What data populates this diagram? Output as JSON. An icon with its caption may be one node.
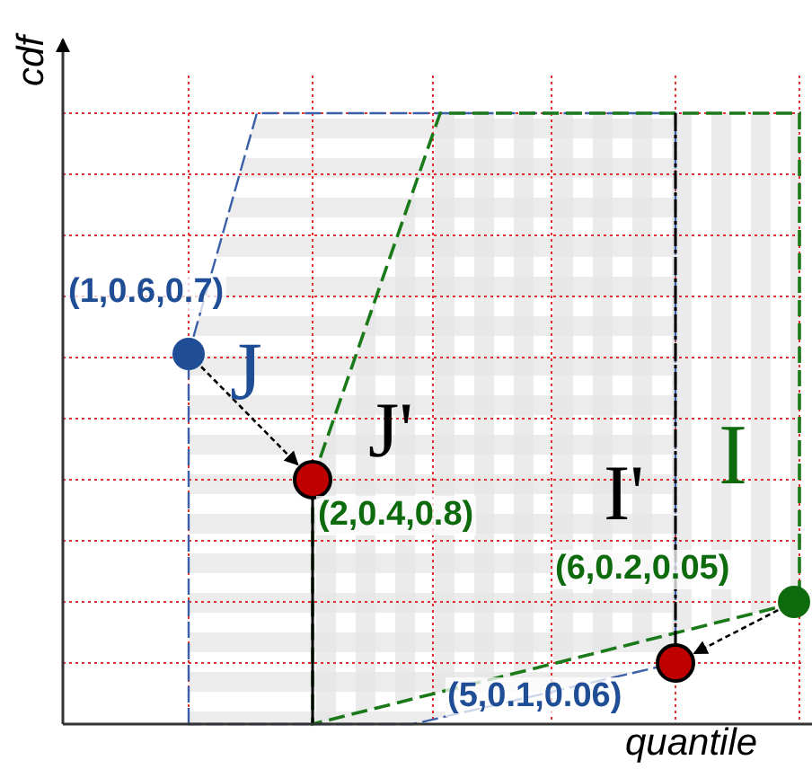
{
  "diagram": {
    "nodes": [
      {
        "text": [],
        "shape": "circle",
        "beside": [
          "(1,0.6,0.7)"
        ]
      },
      {
        "text": [],
        "shape": "circle",
        "beside": [
          "(2,0.4,0.8)"
        ]
      },
      {
        "text": [],
        "shape": "circle",
        "beside": [
          "(6,0.2,0.05)"
        ]
      },
      {
        "text": [],
        "shape": "circle",
        "beside": [
          "(5,0.1,0.06)"
        ]
      }
    ],
    "edges": [
      {
        "from": 0,
        "to": 1,
        "arrow": "to",
        "style": "dashed"
      },
      {
        "from": 2,
        "to": 3,
        "arrow": "to",
        "style": "dashed"
      }
    ],
    "labels": [
      "cdf",
      "quantile",
      "J",
      "J'",
      "I'",
      "I"
    ]
  }
}
